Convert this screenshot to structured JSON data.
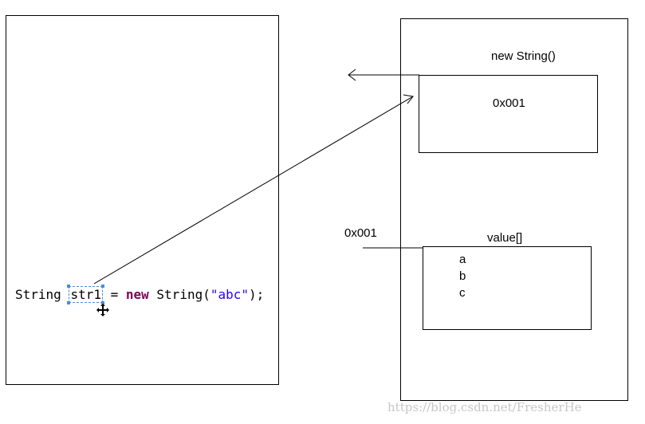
{
  "stack": {
    "code": {
      "type_name": "String",
      "var_name": "str1",
      "assign": " = ",
      "keyword": "new",
      "ctor": " String(",
      "literal": "\"abc\"",
      "close": ");"
    }
  },
  "heap": {
    "string_object": {
      "title": "new String()",
      "address": "0x001"
    },
    "char_array": {
      "title": "value[]",
      "pointer_label": "0x001",
      "items": [
        "a",
        "b",
        "c"
      ]
    }
  },
  "colors": {
    "keyword": "#7f0055",
    "literal": "#2a00ff",
    "selection": "#4a8fd6",
    "line": "#000000"
  },
  "watermark": "https://blog.csdn.net/FresherHe"
}
